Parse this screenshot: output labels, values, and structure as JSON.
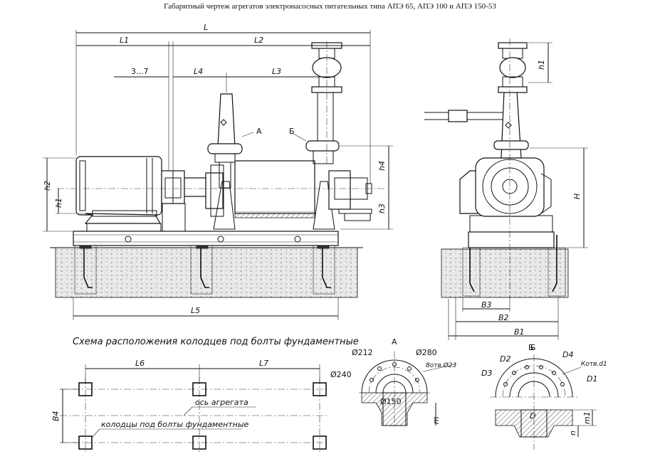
{
  "title": "Габаритный чертеж агрегатов электронасосных питательных типа АПЭ 65, АПЭ 100 и АПЭ 150-53",
  "front_view": {
    "dim_L": "L",
    "dim_L1": "L1",
    "dim_L2": "L2",
    "dim_L3": "L3",
    "dim_L4": "L4",
    "dim_3_7": "3...7",
    "dim_L5": "L5",
    "dim_h1": "h1",
    "dim_h2": "h2",
    "dim_h3": "h3",
    "dim_h4": "h4",
    "mark_A": "А",
    "mark_B": "Б"
  },
  "side_view": {
    "dim_h1": "h1",
    "dim_H": "H",
    "dim_B1": "B1",
    "dim_B2": "B2",
    "dim_B3": "B3",
    "mark_B": "Б"
  },
  "scheme": {
    "caption": "Схема расположения колодцев под болты фундаментные",
    "dim_L6": "L6",
    "dim_L7": "L7",
    "dim_B4": "B4",
    "label_axis": "ось агрегата",
    "label_wells": "колодцы под болты фундаментные"
  },
  "flange_A": {
    "title": "А",
    "d212": "Ø212",
    "d280": "Ø280",
    "d240": "Ø240",
    "d150": "Ø150",
    "holes": "8отв.Ø23",
    "m": "m"
  },
  "flange_B": {
    "title": "Б",
    "D2": "D2",
    "D4": "D4",
    "D3": "D3",
    "D1": "D1",
    "holes": "Котв.d1",
    "D": "D",
    "m1": "m1",
    "n": "n"
  }
}
